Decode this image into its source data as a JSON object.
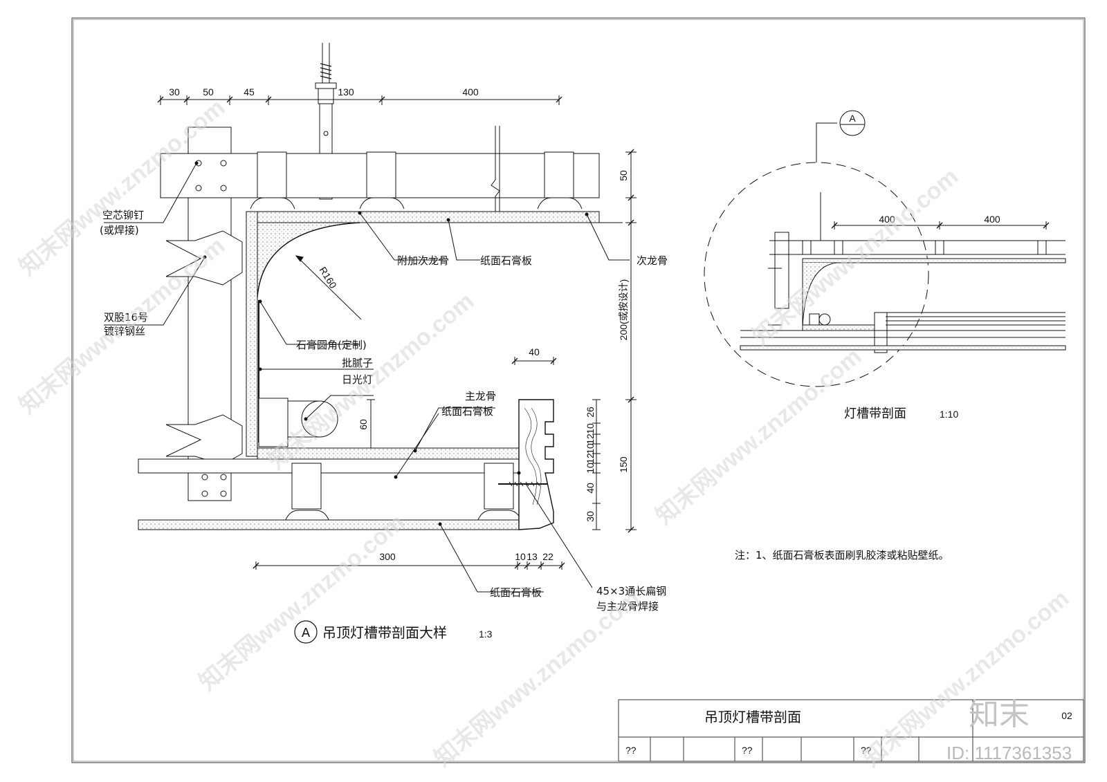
{
  "detail": {
    "marker": "A",
    "title": "吊顶灯槽带剖面大样",
    "scale": "1:3",
    "top_dims": [
      "30",
      "50",
      "45",
      "130",
      "400"
    ],
    "right_dims": {
      "top": "50",
      "middle": "200(或按设计)",
      "bottom": "150"
    },
    "right_small_dims": [
      "26",
      "10",
      "12",
      "10",
      "12",
      "10",
      "40",
      "30"
    ],
    "bottom_dims": [
      "300",
      "10",
      "13",
      "22"
    ],
    "dim_40": "40",
    "dim_60": "60",
    "radius": "R160",
    "labels": {
      "hollow_rivet": "空芯铆钉",
      "or_weld": "(或焊接)",
      "double_wire_1": "双股16号",
      "double_wire_2": "镀锌钢丝",
      "extra_sub_keel": "附加次龙骨",
      "gypsum_board_top": "纸面石膏板",
      "sub_keel": "次龙骨",
      "gypsum_corner": "石膏圆角(定制)",
      "putty": "批腻子",
      "fluorescent": "日光灯",
      "main_keel": "主龙骨",
      "gypsum_board_mid": "纸面石膏板",
      "gypsum_board_bottom": "纸面石膏板",
      "flat_steel_1": "45×3通长扁钢",
      "flat_steel_2": "与主龙骨焊接"
    }
  },
  "section": {
    "marker": "A",
    "title": "灯槽带剖面",
    "scale": "1:10",
    "dims": [
      "400",
      "400"
    ]
  },
  "note": "注：1、纸面石膏板表面刷乳胶漆或粘贴壁纸。",
  "title_block": {
    "title": "吊顶灯槽带剖面",
    "sheet_no": "02",
    "cells": [
      "??",
      "??",
      "??"
    ]
  },
  "watermark": {
    "text": "知末网www.znzmo.com",
    "logo": "知末",
    "id": "ID: 1117361353"
  },
  "colors": {
    "line": "#111111",
    "board_fill": "#f3f3f3",
    "watermark": "#d6d6d6"
  }
}
